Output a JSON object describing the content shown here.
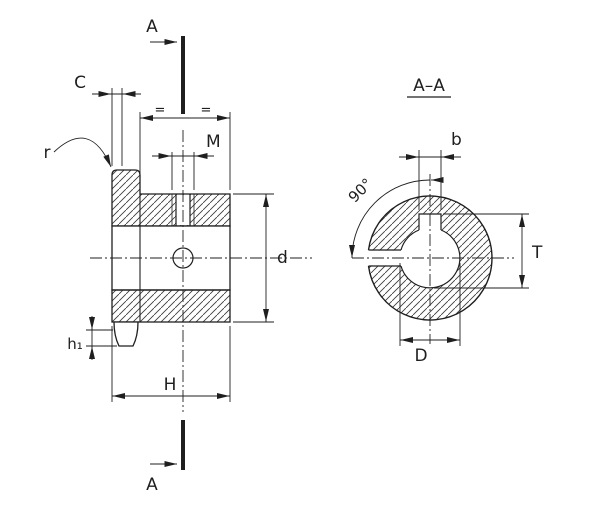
{
  "drawing": {
    "side_view": {
      "section_label_top": "A",
      "section_label_bottom": "A",
      "chamfer_label": "C",
      "radius_label": "r",
      "screw_hole_label": "M",
      "pitch_diameter_label": "d",
      "tooth_height_label": "h₁",
      "hub_length_label": "H",
      "equal_mark_left": "=",
      "equal_mark_right": "="
    },
    "section_view": {
      "title": "A–A",
      "keyway_width_label": "b",
      "angle_label": "90°",
      "keyway_depth_label": "T",
      "bore_diameter_label": "D"
    },
    "colors": {
      "line": "#1f1f1f",
      "hatch": "#3a3a3a",
      "background": "#ffffff"
    }
  }
}
